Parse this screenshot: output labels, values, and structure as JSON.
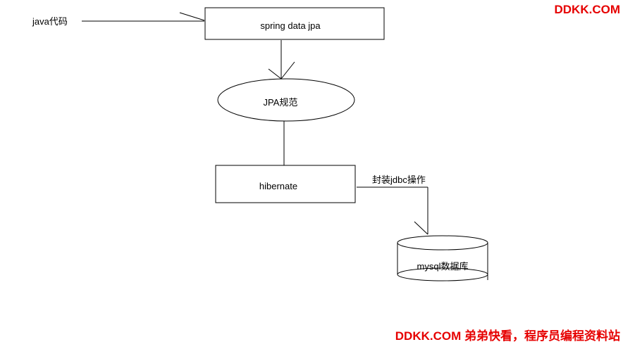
{
  "nodes": {
    "java_code": "java代码",
    "spring_data_jpa": "spring data  jpa",
    "jpa_spec": "JPA规范",
    "hibernate": "hibernate",
    "jdbc_wrap": "封装jdbc操作",
    "mysql": "mysql数据库"
  },
  "watermark": {
    "top": "DDKK.COM",
    "bottom": "DDKK.COM 弟弟快看，程序员编程资料站",
    "color": "#e60000"
  },
  "colors": {
    "stroke": "#000000",
    "background": "#ffffff"
  }
}
